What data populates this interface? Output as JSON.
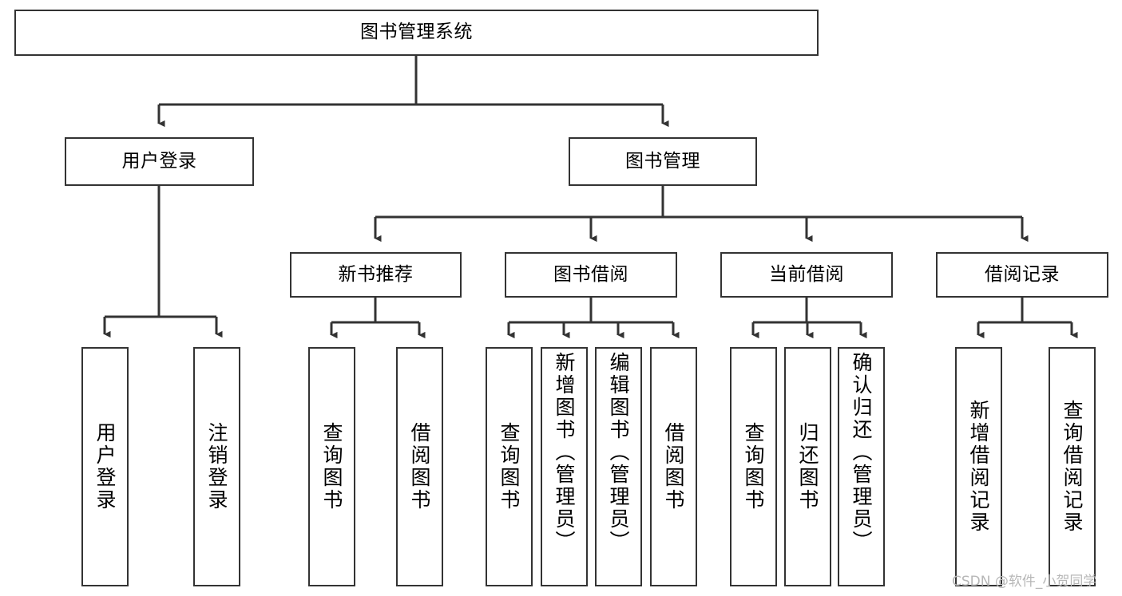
{
  "diagram": {
    "title": "图书管理系统",
    "type": "tree-hierarchy-chart",
    "root": {
      "label": "图书管理系统"
    },
    "level2": [
      {
        "label": "用户登录"
      },
      {
        "label": "图书管理"
      }
    ],
    "level3": [
      {
        "label": "新书推荐"
      },
      {
        "label": "图书借阅"
      },
      {
        "label": "当前借阅"
      },
      {
        "label": "借阅记录"
      }
    ],
    "leaves": {
      "user_login": [
        {
          "label": "用户登录"
        },
        {
          "label": "注销登录"
        }
      ],
      "new_book_recommend": [
        {
          "label": "查询图书"
        },
        {
          "label": "借阅图书"
        }
      ],
      "book_borrow": [
        {
          "label": "查询图书"
        },
        {
          "label": "新增图书（管理员）"
        },
        {
          "label": "编辑图书（管理员）"
        },
        {
          "label": "借阅图书"
        }
      ],
      "current_borrow": [
        {
          "label": "查询图书"
        },
        {
          "label": "归还图书"
        },
        {
          "label": "确认归还（管理员）"
        }
      ],
      "borrow_record": [
        {
          "label": "新增借阅记录"
        },
        {
          "label": "查询借阅记录"
        }
      ]
    }
  },
  "watermark": {
    "text": "CSDN @软件_小贺同学"
  },
  "colors": {
    "box_border": "#333333",
    "box_fill": "#ffffff",
    "edge": "#333333",
    "text": "#000000",
    "watermark": "#b7b7b7"
  }
}
